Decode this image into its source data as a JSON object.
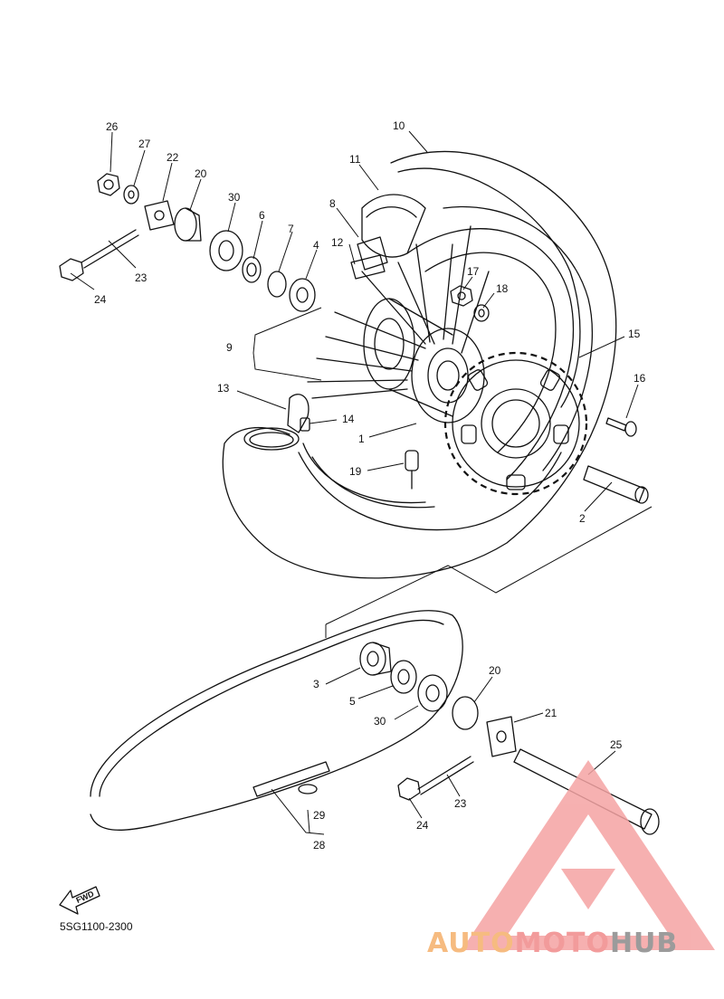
{
  "diagram_code": "5SG1100-2300",
  "fwd_label": "FWD",
  "watermark": {
    "part1": "AUTO",
    "part2": "MOTO",
    "part3": "HUB",
    "color1": "#f5b06a",
    "color2": "#f08a8a",
    "color3": "#8a8a8a"
  },
  "colors": {
    "line": "#111111",
    "watermark_triangle": "#f5a3a3"
  },
  "callouts": {
    "c1": "1",
    "c2": "2",
    "c3": "3",
    "c4": "4",
    "c5": "5",
    "c6": "6",
    "c7": "7",
    "c8": "8",
    "c9": "9",
    "c10": "10",
    "c11": "11",
    "c12": "12",
    "c13": "13",
    "c14": "14",
    "c15": "15",
    "c16": "16",
    "c17": "17",
    "c18": "18",
    "c19": "19",
    "c20a": "20",
    "c20b": "20",
    "c21": "21",
    "c22": "22",
    "c23a": "23",
    "c23b": "23",
    "c24a": "24",
    "c24b": "24",
    "c25": "25",
    "c26": "26",
    "c27": "27",
    "c28": "28",
    "c29": "29",
    "c30a": "30",
    "c30b": "30"
  }
}
